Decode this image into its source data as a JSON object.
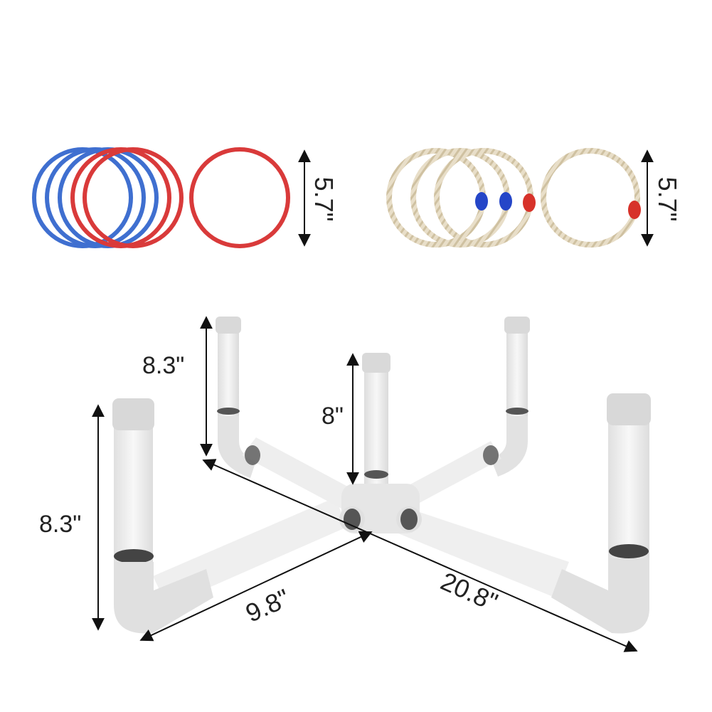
{
  "labels": {
    "plastic_ring_diameter": "5.7\"",
    "rope_ring_diameter": "5.7\"",
    "left_peg_height": "8.3\"",
    "back_peg_height": "8.3\"",
    "center_peg_height": "8\"",
    "short_span": "9.8\"",
    "long_span": "20.8\""
  },
  "colors": {
    "ring_blue": "#3f6fd0",
    "ring_red": "#d93a3a",
    "rope": "#e6dcc6",
    "pipe": "#e4e4e4",
    "cap": "#d6d6d6",
    "bead_blue": "#2546c8",
    "bead_red": "#d7322a"
  }
}
